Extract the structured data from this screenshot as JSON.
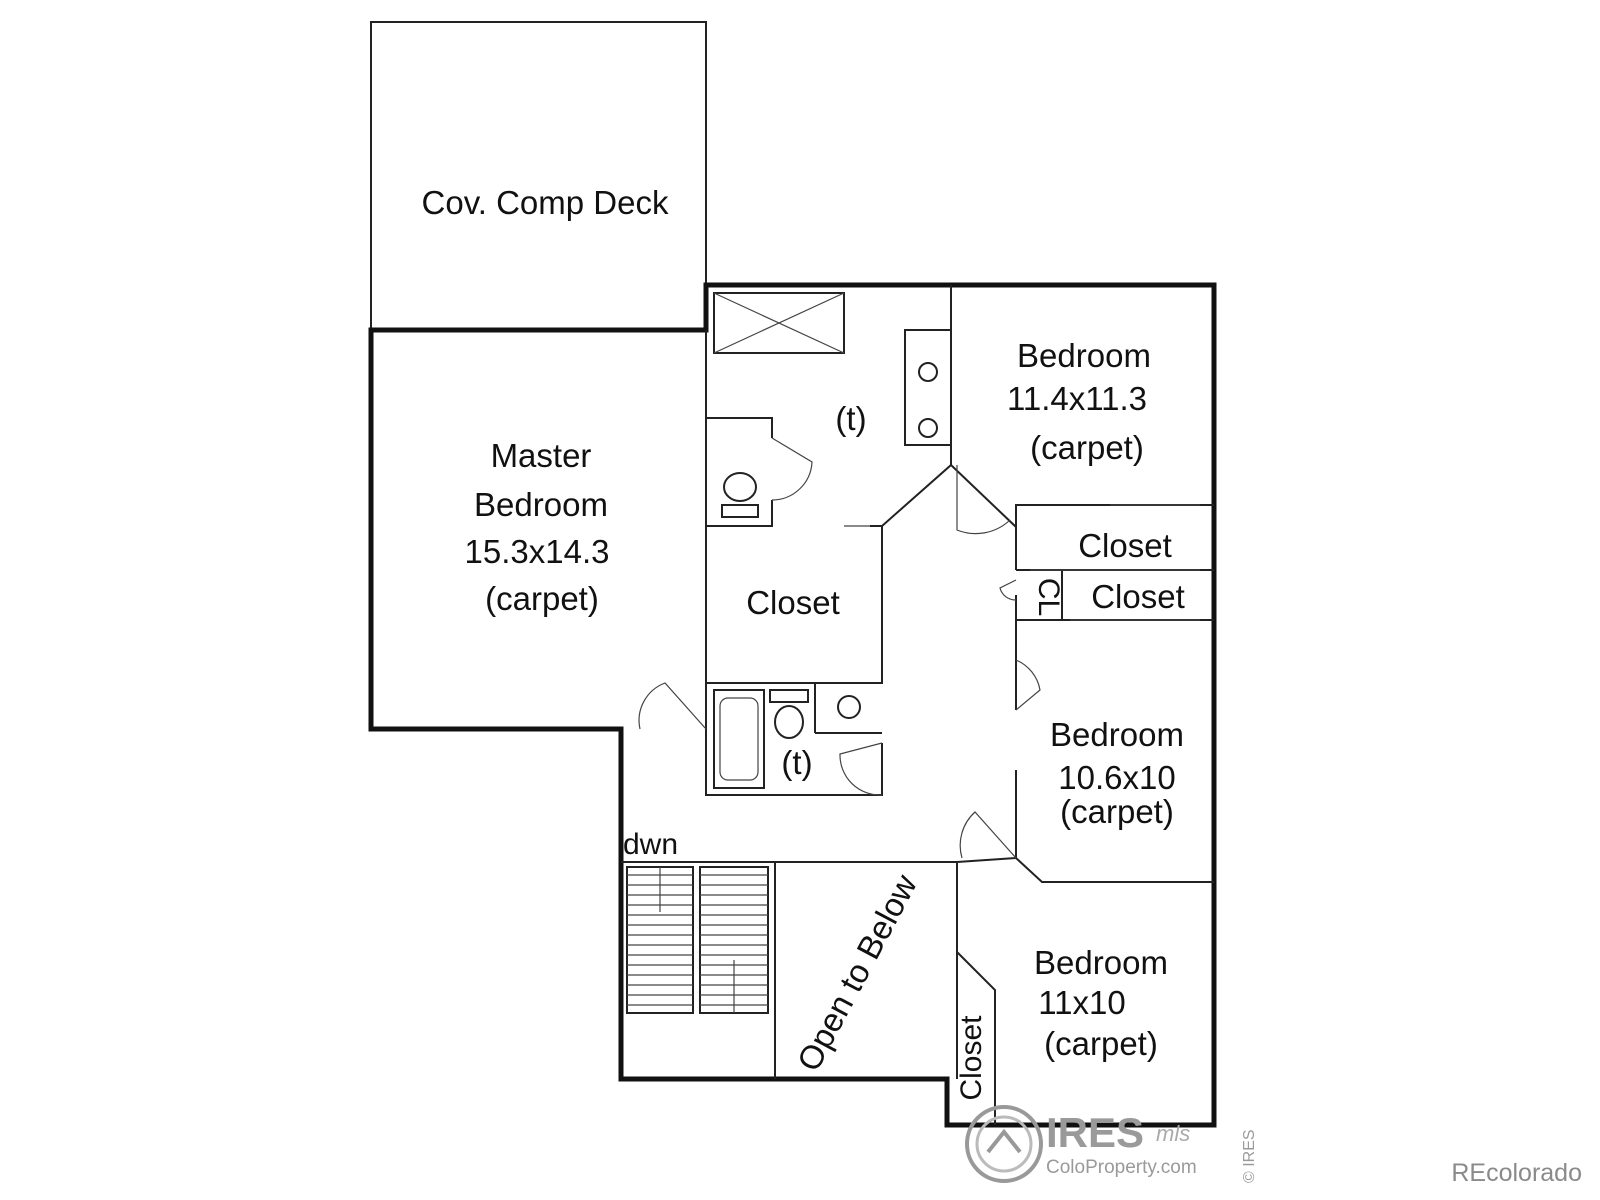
{
  "rooms": {
    "deck": {
      "name": "Cov. Comp Deck"
    },
    "master": {
      "line1": "Master",
      "line2": "Bedroom",
      "dims": "15.3x14.3",
      "floor": "(carpet)"
    },
    "bed1": {
      "name": "Bedroom",
      "dims": "11.4x11.3",
      "floor": "(carpet)"
    },
    "bed2": {
      "name": "Bedroom",
      "dims": "10.6x10",
      "floor": "(carpet)"
    },
    "bed3": {
      "name": "Bedroom",
      "dims": "11x10",
      "floor": "(carpet)"
    },
    "master_closet": "Closet",
    "closet_a": "Closet",
    "closet_b": "Closet",
    "closet_cl": "CL",
    "closet_vertical": "Closet",
    "open_to_below": "Open to Below",
    "toilet_label_master": "(t)",
    "toilet_label_hall": "(t)",
    "stairs_label": "dwn"
  },
  "logo": {
    "brand": "IRES",
    "mls": "mls",
    "site": "ColoProperty.com",
    "side": "© IRES"
  },
  "watermark": "REcolorado",
  "colors": {
    "walls": "#111111",
    "logo": "#999999",
    "watermark": "#8a8a8a"
  }
}
